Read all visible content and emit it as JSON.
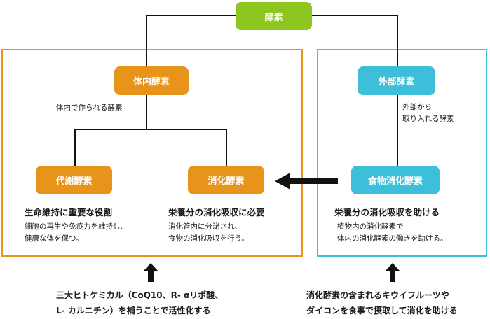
{
  "colors": {
    "green": "#8cc61f",
    "orange": "#e8931a",
    "cyan": "#3dbfd9",
    "line": "#111111"
  },
  "nodes": {
    "root": "酵素",
    "internal": "体内酵素",
    "external": "外部酵素",
    "metabolic": "代謝酵素",
    "digestive": "消化酵素",
    "food_digestive": "食物消化酵素"
  },
  "notes": {
    "internal": "体内で作られる酵素",
    "external_line1": "外部から",
    "external_line2": "取り入れる酵素"
  },
  "sections": {
    "metabolic": {
      "heading": "生命維持に重要な役割",
      "line1": "細胞の再生や免疫力を維持し、",
      "line2": "健康な体を保つ。"
    },
    "digestive": {
      "heading": "栄養分の消化吸収に必要",
      "line1": "消化管内に分泌され、",
      "line2": "食物の消化吸収を行う。"
    },
    "food_digestive": {
      "heading": "栄養分の消化吸収を助ける",
      "line1": "植物内の消化酵素で",
      "line2": "体内の消化酵素の働きを助ける。"
    }
  },
  "bottom": {
    "left_line1": "三大ヒトケミカル（CoQ10、R- αリポ酸、",
    "left_line2": "L- カルニチン）を補うことで活性化する",
    "right_line1": "消化酵素の含まれるキウイフルーツや",
    "right_line2": "ダイコンを食事で摂取して消化を助ける"
  }
}
